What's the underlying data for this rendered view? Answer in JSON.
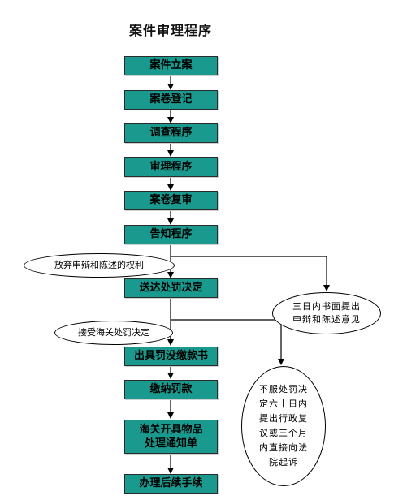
{
  "title": "案件审理程序",
  "steps": [
    "案件立案",
    "案卷登记",
    "调查程序",
    "审理程序",
    "案卷复审",
    "告知程序",
    "送达处罚决定",
    "出具罚没缴款书",
    "缴纳罚款",
    "海关开具物品处理通知单",
    "办理后续手续"
  ],
  "step_10_lines": [
    "海关开具物品",
    "处理通知单"
  ],
  "side_notes": {
    "waive_right": "放弃申辩和陈述的权利",
    "accept_penalty": "接受海关处罚决定"
  },
  "appeal": {
    "written_defense": [
      "三日内书面提出",
      "申辩和陈述意见"
    ],
    "dispute_review": [
      "不服处罚决",
      "定六十日内",
      "提出行政复",
      "议或三个月",
      "内直接向法",
      "院起诉"
    ]
  },
  "colors": {
    "box_fill": "#1a9a8e",
    "border": "#2b2b2b",
    "line": "#000000"
  }
}
